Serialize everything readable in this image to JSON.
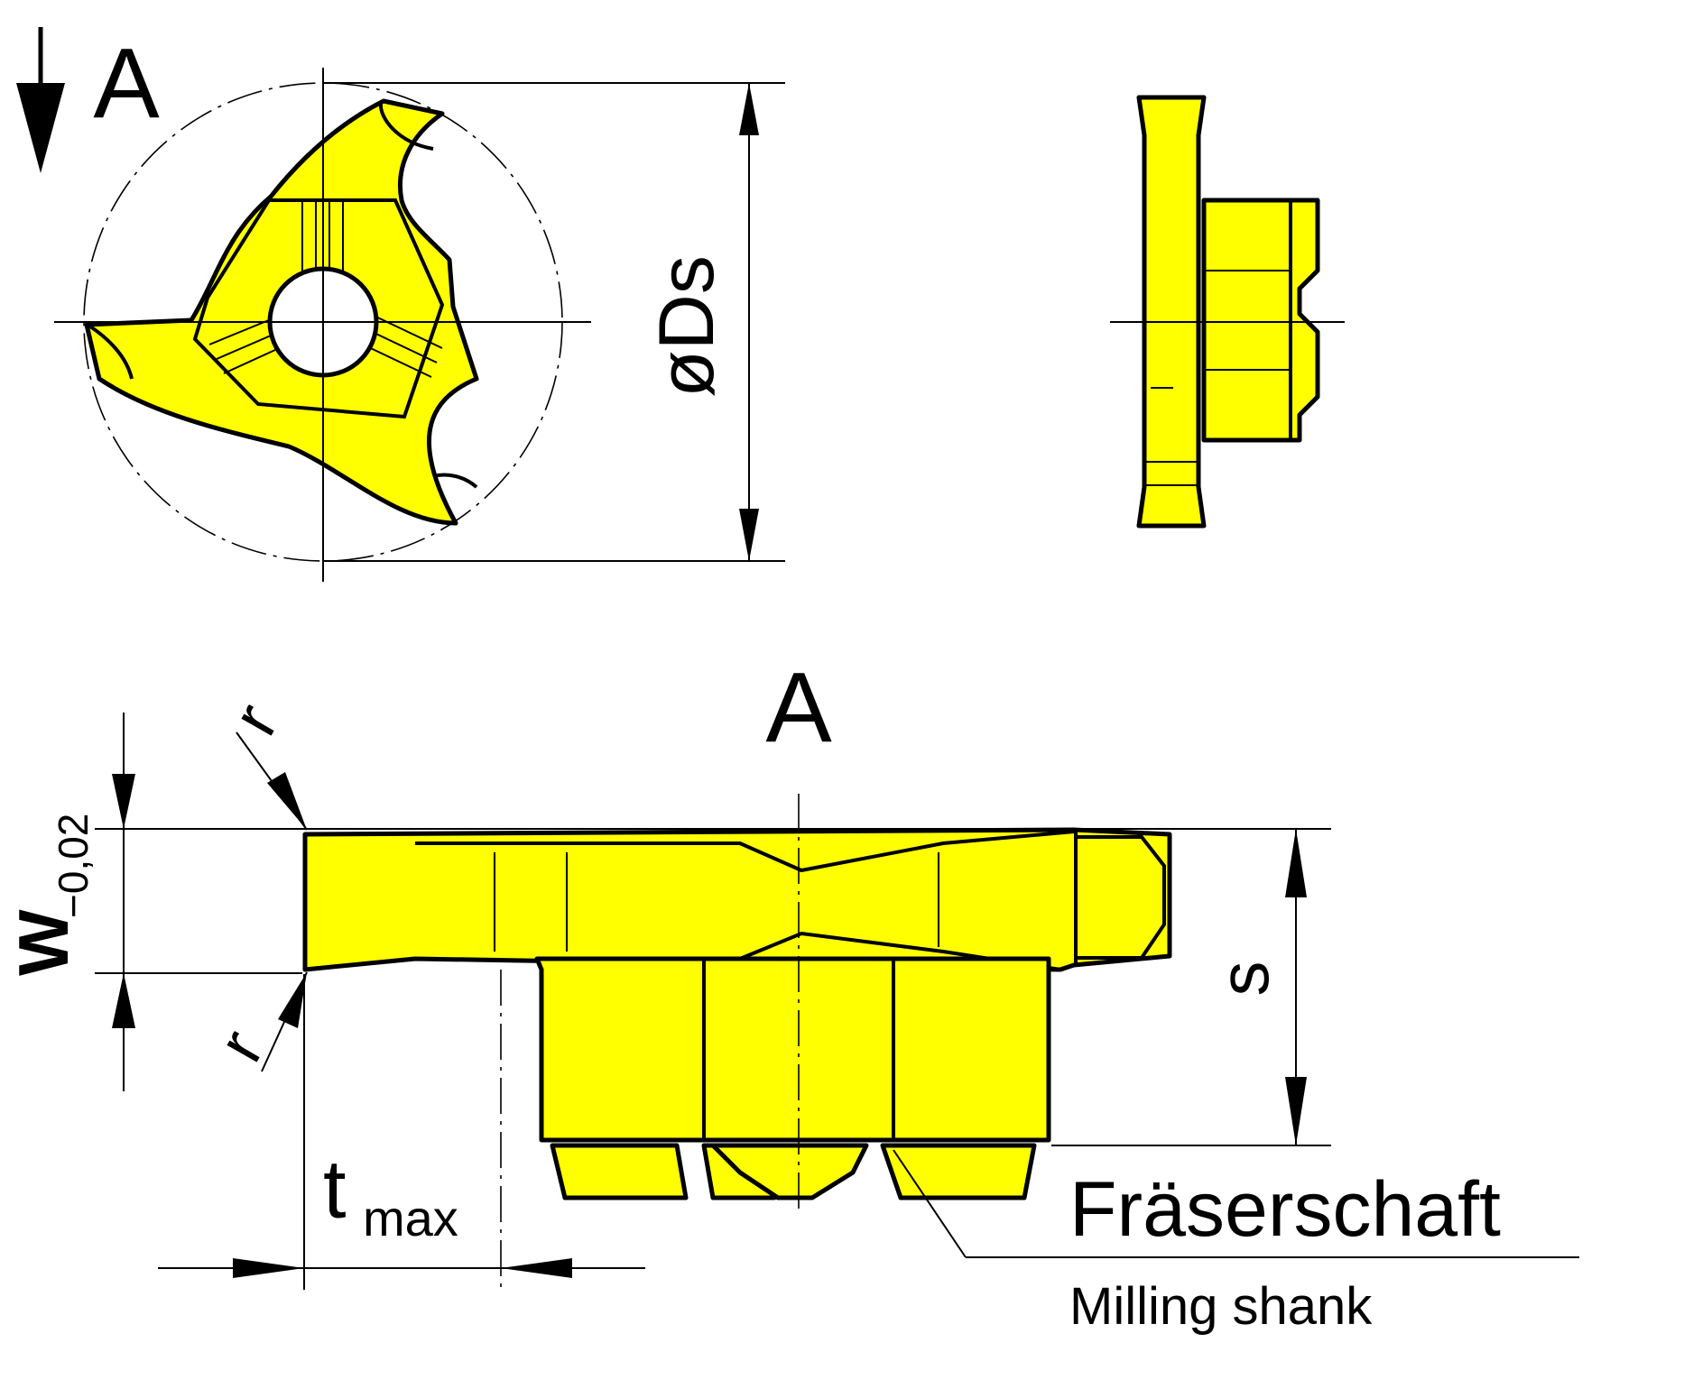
{
  "view_marker": "A",
  "section_label": "A",
  "dimensions": {
    "diameter": "øDs",
    "width_symbol": "W",
    "width_tolerance": "−0,02",
    "radius_top": "r",
    "radius_bottom": "r",
    "depth_symbol": "t",
    "depth_subscript": "max",
    "thickness": "s"
  },
  "callout": {
    "title": "Fräserschaft",
    "subtitle": "Milling shank"
  },
  "colors": {
    "part_fill": "#ffff00",
    "outline": "#000000"
  }
}
